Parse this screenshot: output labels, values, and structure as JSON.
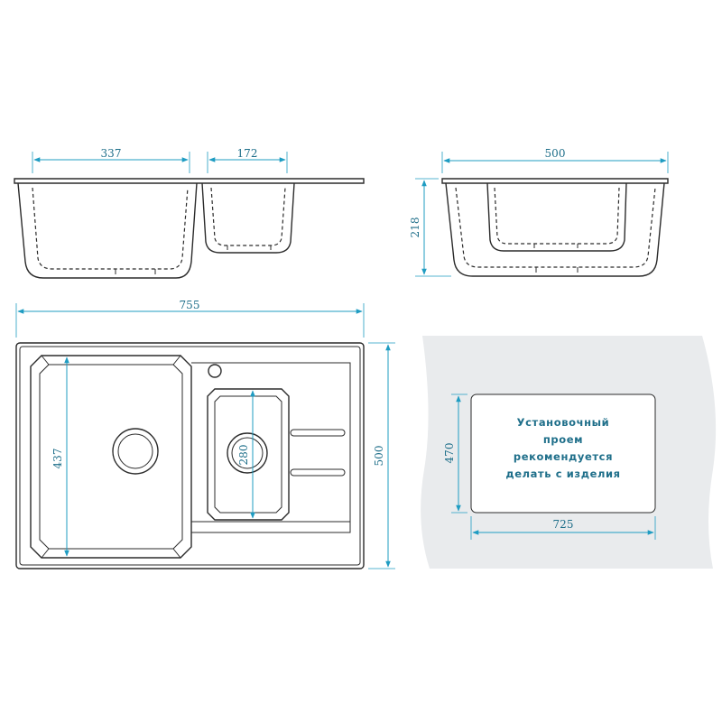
{
  "dimensions": {
    "section_bowl_large_width": "337",
    "section_bowl_small_width": "172",
    "side_section_width": "500",
    "side_section_depth": "218",
    "overall_width": "755",
    "overall_depth": "500",
    "large_bowl_length": "437",
    "small_bowl_length": "280",
    "cutout_height": "470",
    "cutout_width": "725"
  },
  "cutout_note": {
    "lines": [
      "Установочный",
      "проем",
      "рекомендуется",
      "делать с изделия"
    ]
  },
  "colors": {
    "dimension": "#1f9cc2",
    "dimension_text": "#1f6f8a",
    "outline": "#2b2b2b",
    "countertop": "#e9ebed"
  }
}
